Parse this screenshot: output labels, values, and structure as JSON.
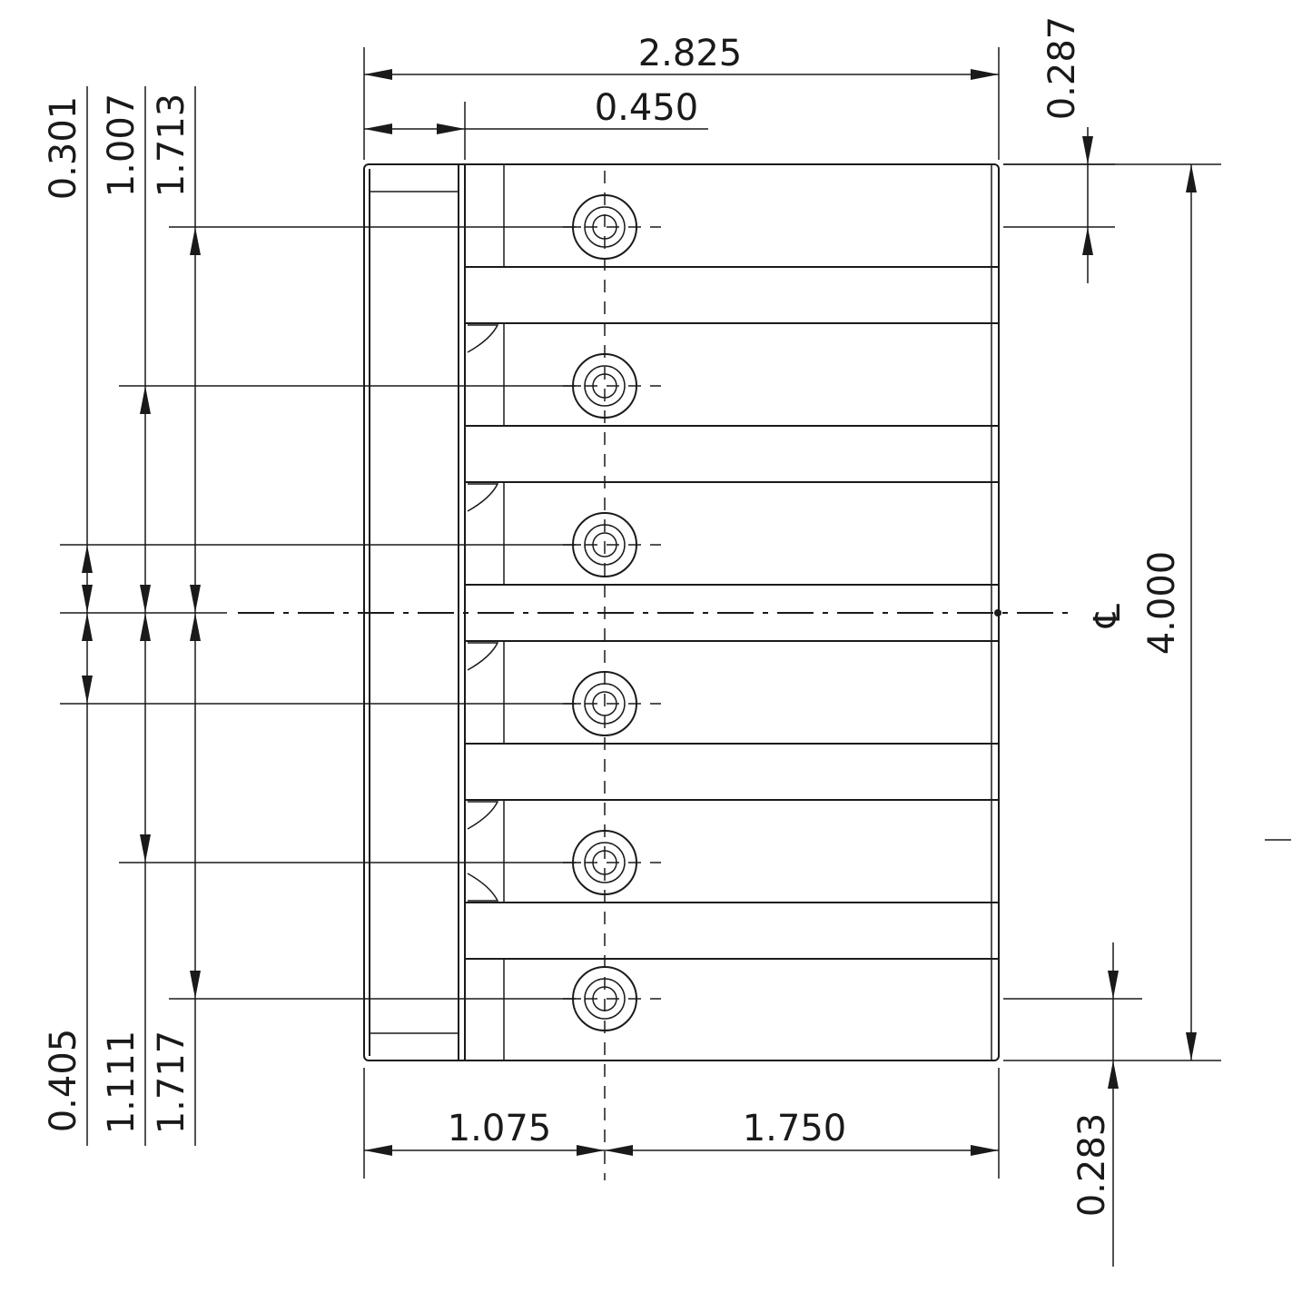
{
  "drawing": {
    "colors": {
      "line": "#1a1a1a",
      "background": "#ffffff"
    },
    "dimensions": {
      "overall_width": "2.825",
      "edge_offset": "0.450",
      "top_offset": "0.287",
      "bottom_offset": "0.283",
      "overall_height": "4.000",
      "hole_x_from_left": "1.075",
      "hole_x_to_right": "1.750",
      "left_upper": [
        "0.301",
        "1.007",
        "1.713"
      ],
      "left_lower": [
        "0.405",
        "1.111",
        "1.717"
      ]
    },
    "centerline_symbol": "℄",
    "hole_count": 6
  }
}
